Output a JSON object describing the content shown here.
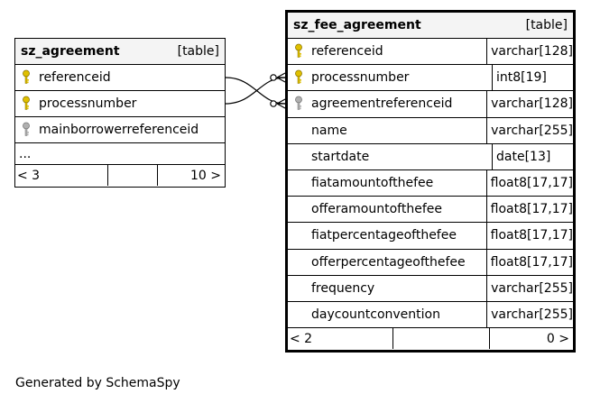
{
  "left_table": {
    "name": "sz_agreement",
    "kind": "[table]",
    "columns": [
      {
        "name": "referenceid",
        "key": "primary"
      },
      {
        "name": "processnumber",
        "key": "primary"
      },
      {
        "name": "mainborrowerreferenceid",
        "key": "foreign"
      }
    ],
    "ellipsis": "...",
    "footer": {
      "left": "< 3",
      "right": "10 >"
    }
  },
  "right_table": {
    "name": "sz_fee_agreement",
    "kind": "[table]",
    "columns": [
      {
        "name": "referenceid",
        "type": "varchar[128]",
        "key": "primary"
      },
      {
        "name": "processnumber",
        "type": "int8[19]",
        "key": "primary"
      },
      {
        "name": "agreementreferenceid",
        "type": "varchar[128]",
        "key": "foreign"
      },
      {
        "name": "name",
        "type": "varchar[255]",
        "key": ""
      },
      {
        "name": "startdate",
        "type": "date[13]",
        "key": ""
      },
      {
        "name": "fiatamountofthefee",
        "type": "float8[17,17]",
        "key": ""
      },
      {
        "name": "offeramountofthefee",
        "type": "float8[17,17]",
        "key": ""
      },
      {
        "name": "fiatpercentageofthefee",
        "type": "float8[17,17]",
        "key": ""
      },
      {
        "name": "offerpercentageofthefee",
        "type": "float8[17,17]",
        "key": ""
      },
      {
        "name": "frequency",
        "type": "varchar[255]",
        "key": ""
      },
      {
        "name": "daycountconvention",
        "type": "varchar[255]",
        "key": ""
      }
    ],
    "footer": {
      "left": "< 2",
      "right": "0 >"
    }
  },
  "generated_by": "Generated by SchemaSpy",
  "colors": {
    "primary_key": "#e0c000",
    "foreign_key": "#b0b0b0",
    "header_bg": "#f4f4f4"
  }
}
